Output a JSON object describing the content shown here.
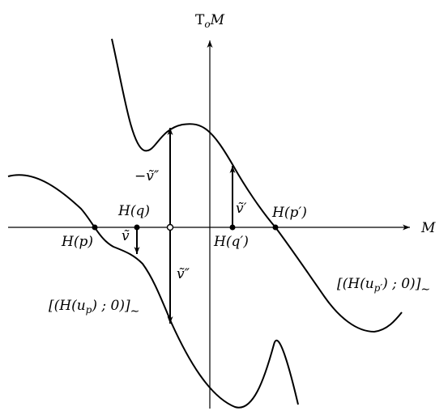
{
  "diagram": {
    "axis_labels": {
      "vertical_prefix": "T",
      "vertical_sub": "o",
      "vertical_main": "M",
      "horizontal": "M"
    },
    "points": {
      "hp": "H(p)",
      "hq": "H(q)",
      "hq_prime": "H(q′)",
      "hp_prime": "H(p′)"
    },
    "vectors": {
      "v_tilde": "ṽ",
      "v_tilde_prime": "ṽ′",
      "v_tilde_double_prime": "ṽ″",
      "neg_v_tilde_double_prime": "−ṽ″"
    },
    "curve_labels": {
      "left_class": "[(H(u",
      "left_sub": "p",
      "left_tail": ") ; 0)]",
      "left_eq": "∼",
      "right_class": "[(H(u",
      "right_sub": "p′",
      "right_tail": ") ; 0)]",
      "right_eq": "∼"
    },
    "colors": {
      "stroke": "#000000",
      "background": "#ffffff"
    }
  }
}
